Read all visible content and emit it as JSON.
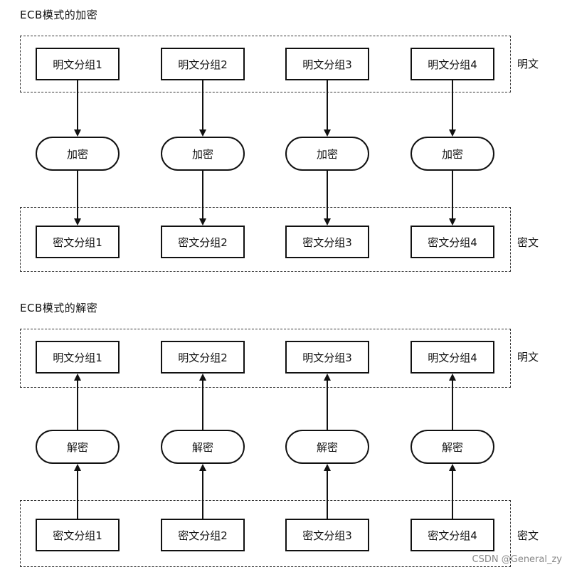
{
  "encrypt": {
    "title": "ECB模式的加密",
    "top_label": "明文",
    "bottom_label": "密文",
    "top_blocks": [
      "明文分组1",
      "明文分组2",
      "明文分组3",
      "明文分组4"
    ],
    "ops": [
      "加密",
      "加密",
      "加密",
      "加密"
    ],
    "bottom_blocks": [
      "密文分组1",
      "密文分组2",
      "密文分组3",
      "密文分组4"
    ],
    "direction": "down"
  },
  "decrypt": {
    "title": "ECB模式的解密",
    "top_label": "明文",
    "bottom_label": "密文",
    "top_blocks": [
      "明文分组1",
      "明文分组2",
      "明文分组3",
      "明文分组4"
    ],
    "ops": [
      "解密",
      "解密",
      "解密",
      "解密"
    ],
    "bottom_blocks": [
      "密文分组1",
      "密文分组2",
      "密文分组3",
      "密文分组4"
    ],
    "direction": "up"
  },
  "watermark": "CSDN @General_zy",
  "colors": {
    "stroke": "#111111",
    "frame": "#333333",
    "watermark": "#888888"
  }
}
